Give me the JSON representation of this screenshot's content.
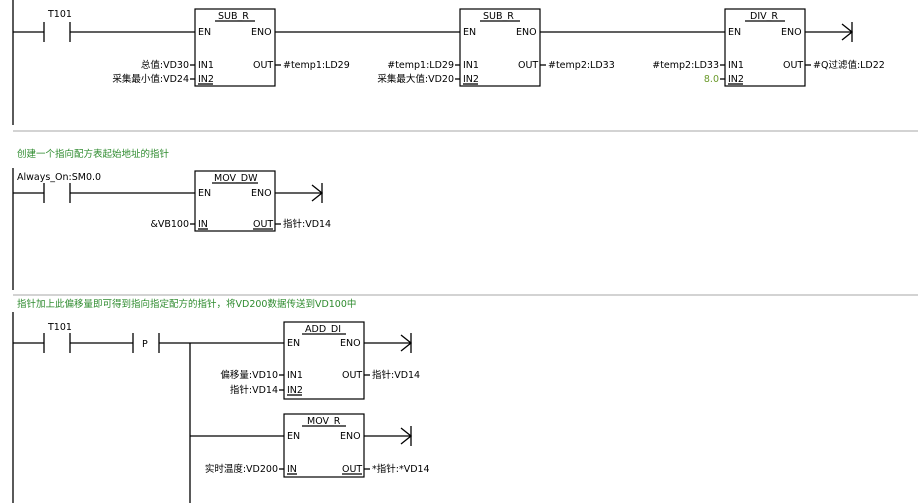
{
  "network1": {
    "contact": "T101",
    "sub1": {
      "title": "SUB_R",
      "en": "EN",
      "eno": "ENO",
      "in1": "IN1",
      "in2": "IN2",
      "out": "OUT",
      "in1_val": "总值:VD30",
      "in2_val": "采集最小值:VD24",
      "out_val": "#temp1:LD29"
    },
    "sub2": {
      "title": "SUB_R",
      "en": "EN",
      "eno": "ENO",
      "in1": "IN1",
      "in2": "IN2",
      "out": "OUT",
      "in1_val": "#temp1:LD29",
      "in2_val": "采集最大值:VD20",
      "out_val": "#temp2:LD33"
    },
    "div": {
      "title": "DIV_R",
      "en": "EN",
      "eno": "ENO",
      "in1": "IN1",
      "in2": "IN2",
      "out": "OUT",
      "in1_val": "#temp2:LD33",
      "in2_val": "8.0",
      "out_val": "#Q过滤值:LD22"
    }
  },
  "network2": {
    "comment": "创建一个指向配方表起始地址的指针",
    "contact": "Always_On:SM0.0",
    "mov": {
      "title": "MOV_DW",
      "en": "EN",
      "eno": "ENO",
      "in": "IN",
      "out": "OUT",
      "in_val": "&VB100",
      "out_val": "指针:VD14"
    }
  },
  "network3": {
    "comment": "指针加上此偏移量即可得到指向指定配方的指针，将VD200数据传送到VD100中",
    "contact": "T101",
    "p_label": "P",
    "add": {
      "title": "ADD_DI",
      "en": "EN",
      "eno": "ENO",
      "in1": "IN1",
      "in2": "IN2",
      "out": "OUT",
      "in1_val": "偏移量:VD10",
      "in2_val": "指针:VD14",
      "out_val": "指针:VD14"
    },
    "mov": {
      "title": "MOV_R",
      "en": "EN",
      "eno": "ENO",
      "in": "IN",
      "out": "OUT",
      "in_val": "实时温度:VD200",
      "out_val": "*指针:*VD14"
    }
  }
}
